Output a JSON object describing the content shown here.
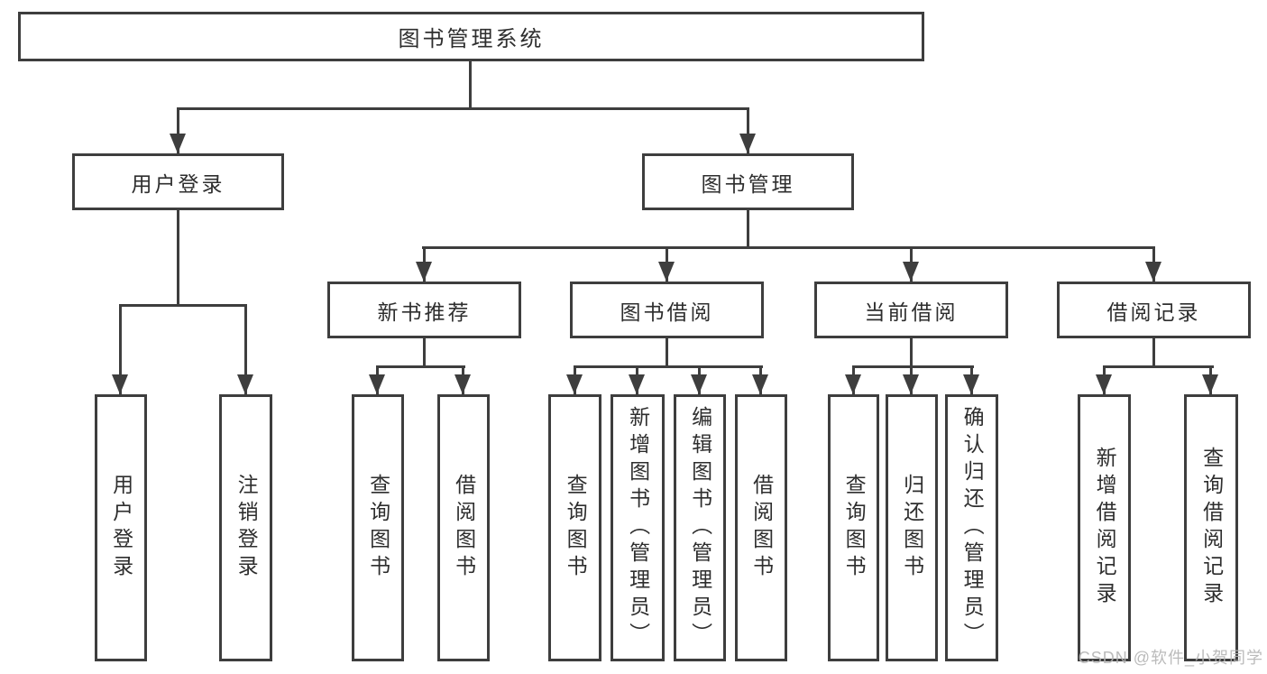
{
  "diagram": {
    "type": "hierarchy-tree",
    "colors": {
      "line": "#3e3e3e",
      "text": "#2e2e2e",
      "box_fill": "#ffffff",
      "watermark": "#b4b4b4"
    },
    "tree": {
      "root": {
        "label": "图书管理系统"
      },
      "branches": [
        {
          "label": "用户登录",
          "children": [
            {
              "label": "用户登录"
            },
            {
              "label": "注销登录"
            }
          ]
        },
        {
          "label": "图书管理",
          "children": [
            {
              "label": "新书推荐",
              "children": [
                {
                  "label": "查询图书"
                },
                {
                  "label": "借阅图书"
                }
              ]
            },
            {
              "label": "图书借阅",
              "children": [
                {
                  "label": "查询图书"
                },
                {
                  "label": "新增图书（管理员）"
                },
                {
                  "label": "编辑图书（管理员）"
                },
                {
                  "label": "借阅图书"
                }
              ]
            },
            {
              "label": "当前借阅",
              "children": [
                {
                  "label": "查询图书"
                },
                {
                  "label": "归还图书"
                },
                {
                  "label": "确认归还（管理员）"
                }
              ]
            },
            {
              "label": "借阅记录",
              "children": [
                {
                  "label": "新增借阅记录"
                },
                {
                  "label": "查询借阅记录"
                }
              ]
            }
          ]
        }
      ]
    },
    "watermark": {
      "text": "CSDN @软件_小贺同学"
    }
  }
}
